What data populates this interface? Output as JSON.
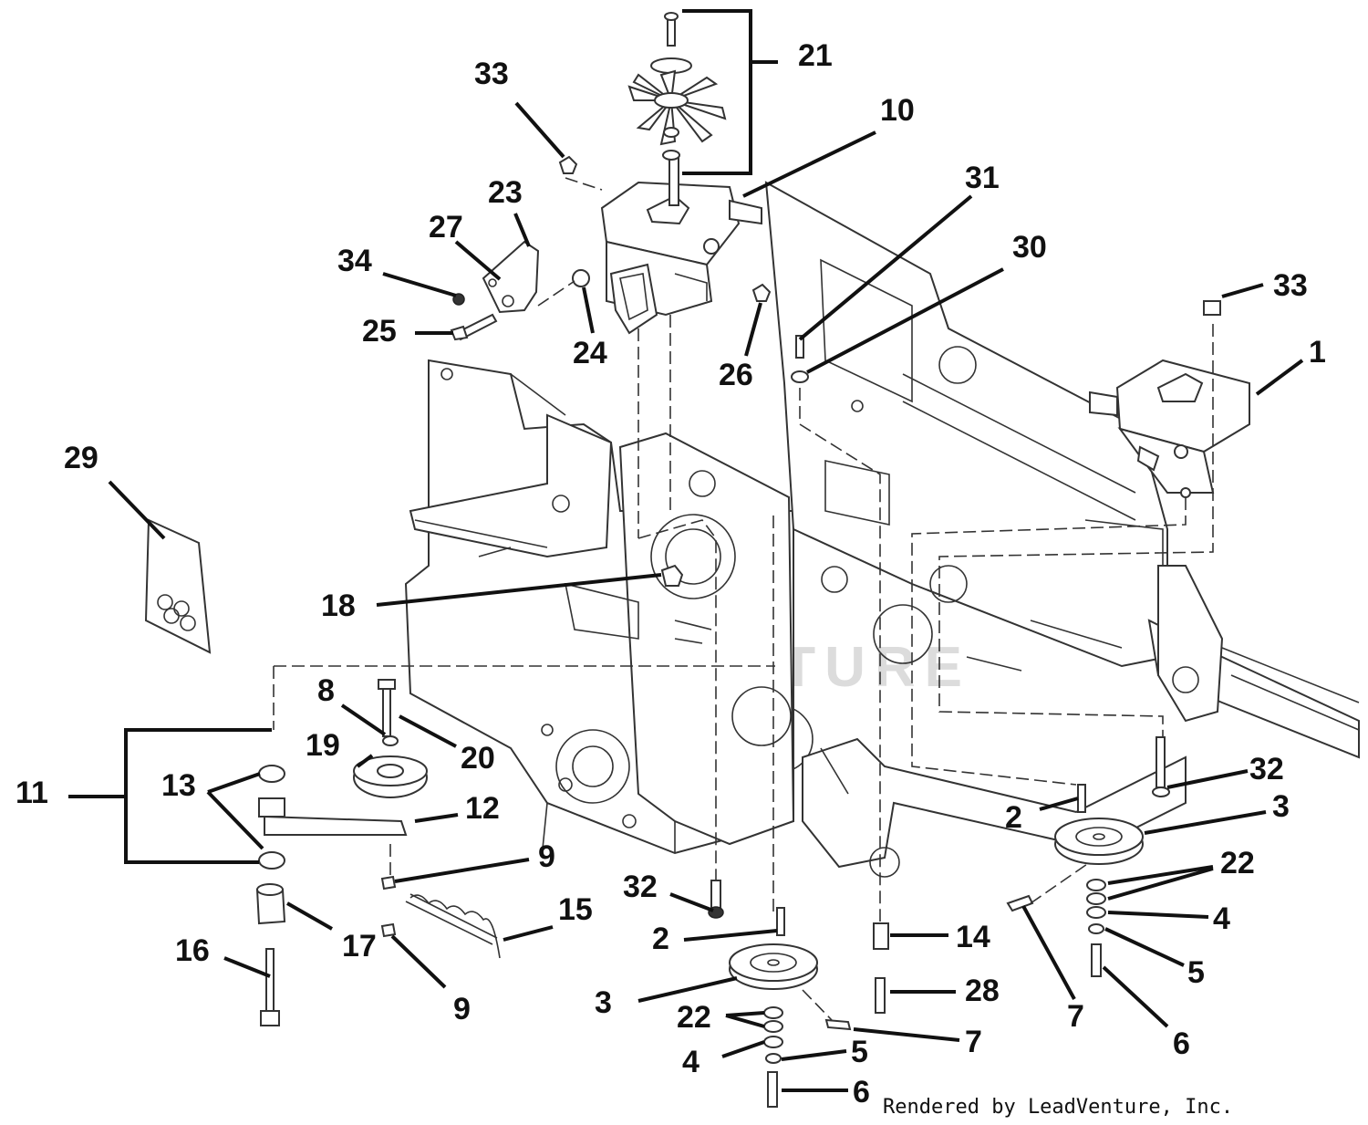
{
  "callouts": [
    {
      "id": "c21",
      "text": "21"
    },
    {
      "id": "c33a",
      "text": "33"
    },
    {
      "id": "c10",
      "text": "10"
    },
    {
      "id": "c31",
      "text": "31"
    },
    {
      "id": "c30",
      "text": "30"
    },
    {
      "id": "c23",
      "text": "23"
    },
    {
      "id": "c27",
      "text": "27"
    },
    {
      "id": "c34",
      "text": "34"
    },
    {
      "id": "c25",
      "text": "25"
    },
    {
      "id": "c24",
      "text": "24"
    },
    {
      "id": "c26",
      "text": "26"
    },
    {
      "id": "c33b",
      "text": "33"
    },
    {
      "id": "c1",
      "text": "1"
    },
    {
      "id": "c29",
      "text": "29"
    },
    {
      "id": "c18",
      "text": "18"
    },
    {
      "id": "c8",
      "text": "8"
    },
    {
      "id": "c19",
      "text": "19"
    },
    {
      "id": "c20",
      "text": "20"
    },
    {
      "id": "c11",
      "text": "11"
    },
    {
      "id": "c13",
      "text": "13"
    },
    {
      "id": "c12",
      "text": "12"
    },
    {
      "id": "c9a",
      "text": "9"
    },
    {
      "id": "c15",
      "text": "15"
    },
    {
      "id": "c9b",
      "text": "9"
    },
    {
      "id": "c16",
      "text": "16"
    },
    {
      "id": "c17",
      "text": "17"
    },
    {
      "id": "c32a",
      "text": "32"
    },
    {
      "id": "c2a",
      "text": "2"
    },
    {
      "id": "c3a",
      "text": "3"
    },
    {
      "id": "c22a",
      "text": "22"
    },
    {
      "id": "c4a",
      "text": "4"
    },
    {
      "id": "c5a",
      "text": "5"
    },
    {
      "id": "c6a",
      "text": "6"
    },
    {
      "id": "c7a",
      "text": "7"
    },
    {
      "id": "c14",
      "text": "14"
    },
    {
      "id": "c28",
      "text": "28"
    },
    {
      "id": "c32b",
      "text": "32"
    },
    {
      "id": "c2b",
      "text": "2"
    },
    {
      "id": "c3b",
      "text": "3"
    },
    {
      "id": "c22b",
      "text": "22"
    },
    {
      "id": "c4b",
      "text": "4"
    },
    {
      "id": "c5b",
      "text": "5"
    },
    {
      "id": "c6b",
      "text": "6"
    },
    {
      "id": "c7b",
      "text": "7"
    }
  ],
  "credit": "Rendered by LeadVenture, Inc.",
  "watermark": "LEADVENTURE",
  "colors": {
    "line": "#111111",
    "background": "#ffffff",
    "watermark": "#dcdcdc"
  }
}
